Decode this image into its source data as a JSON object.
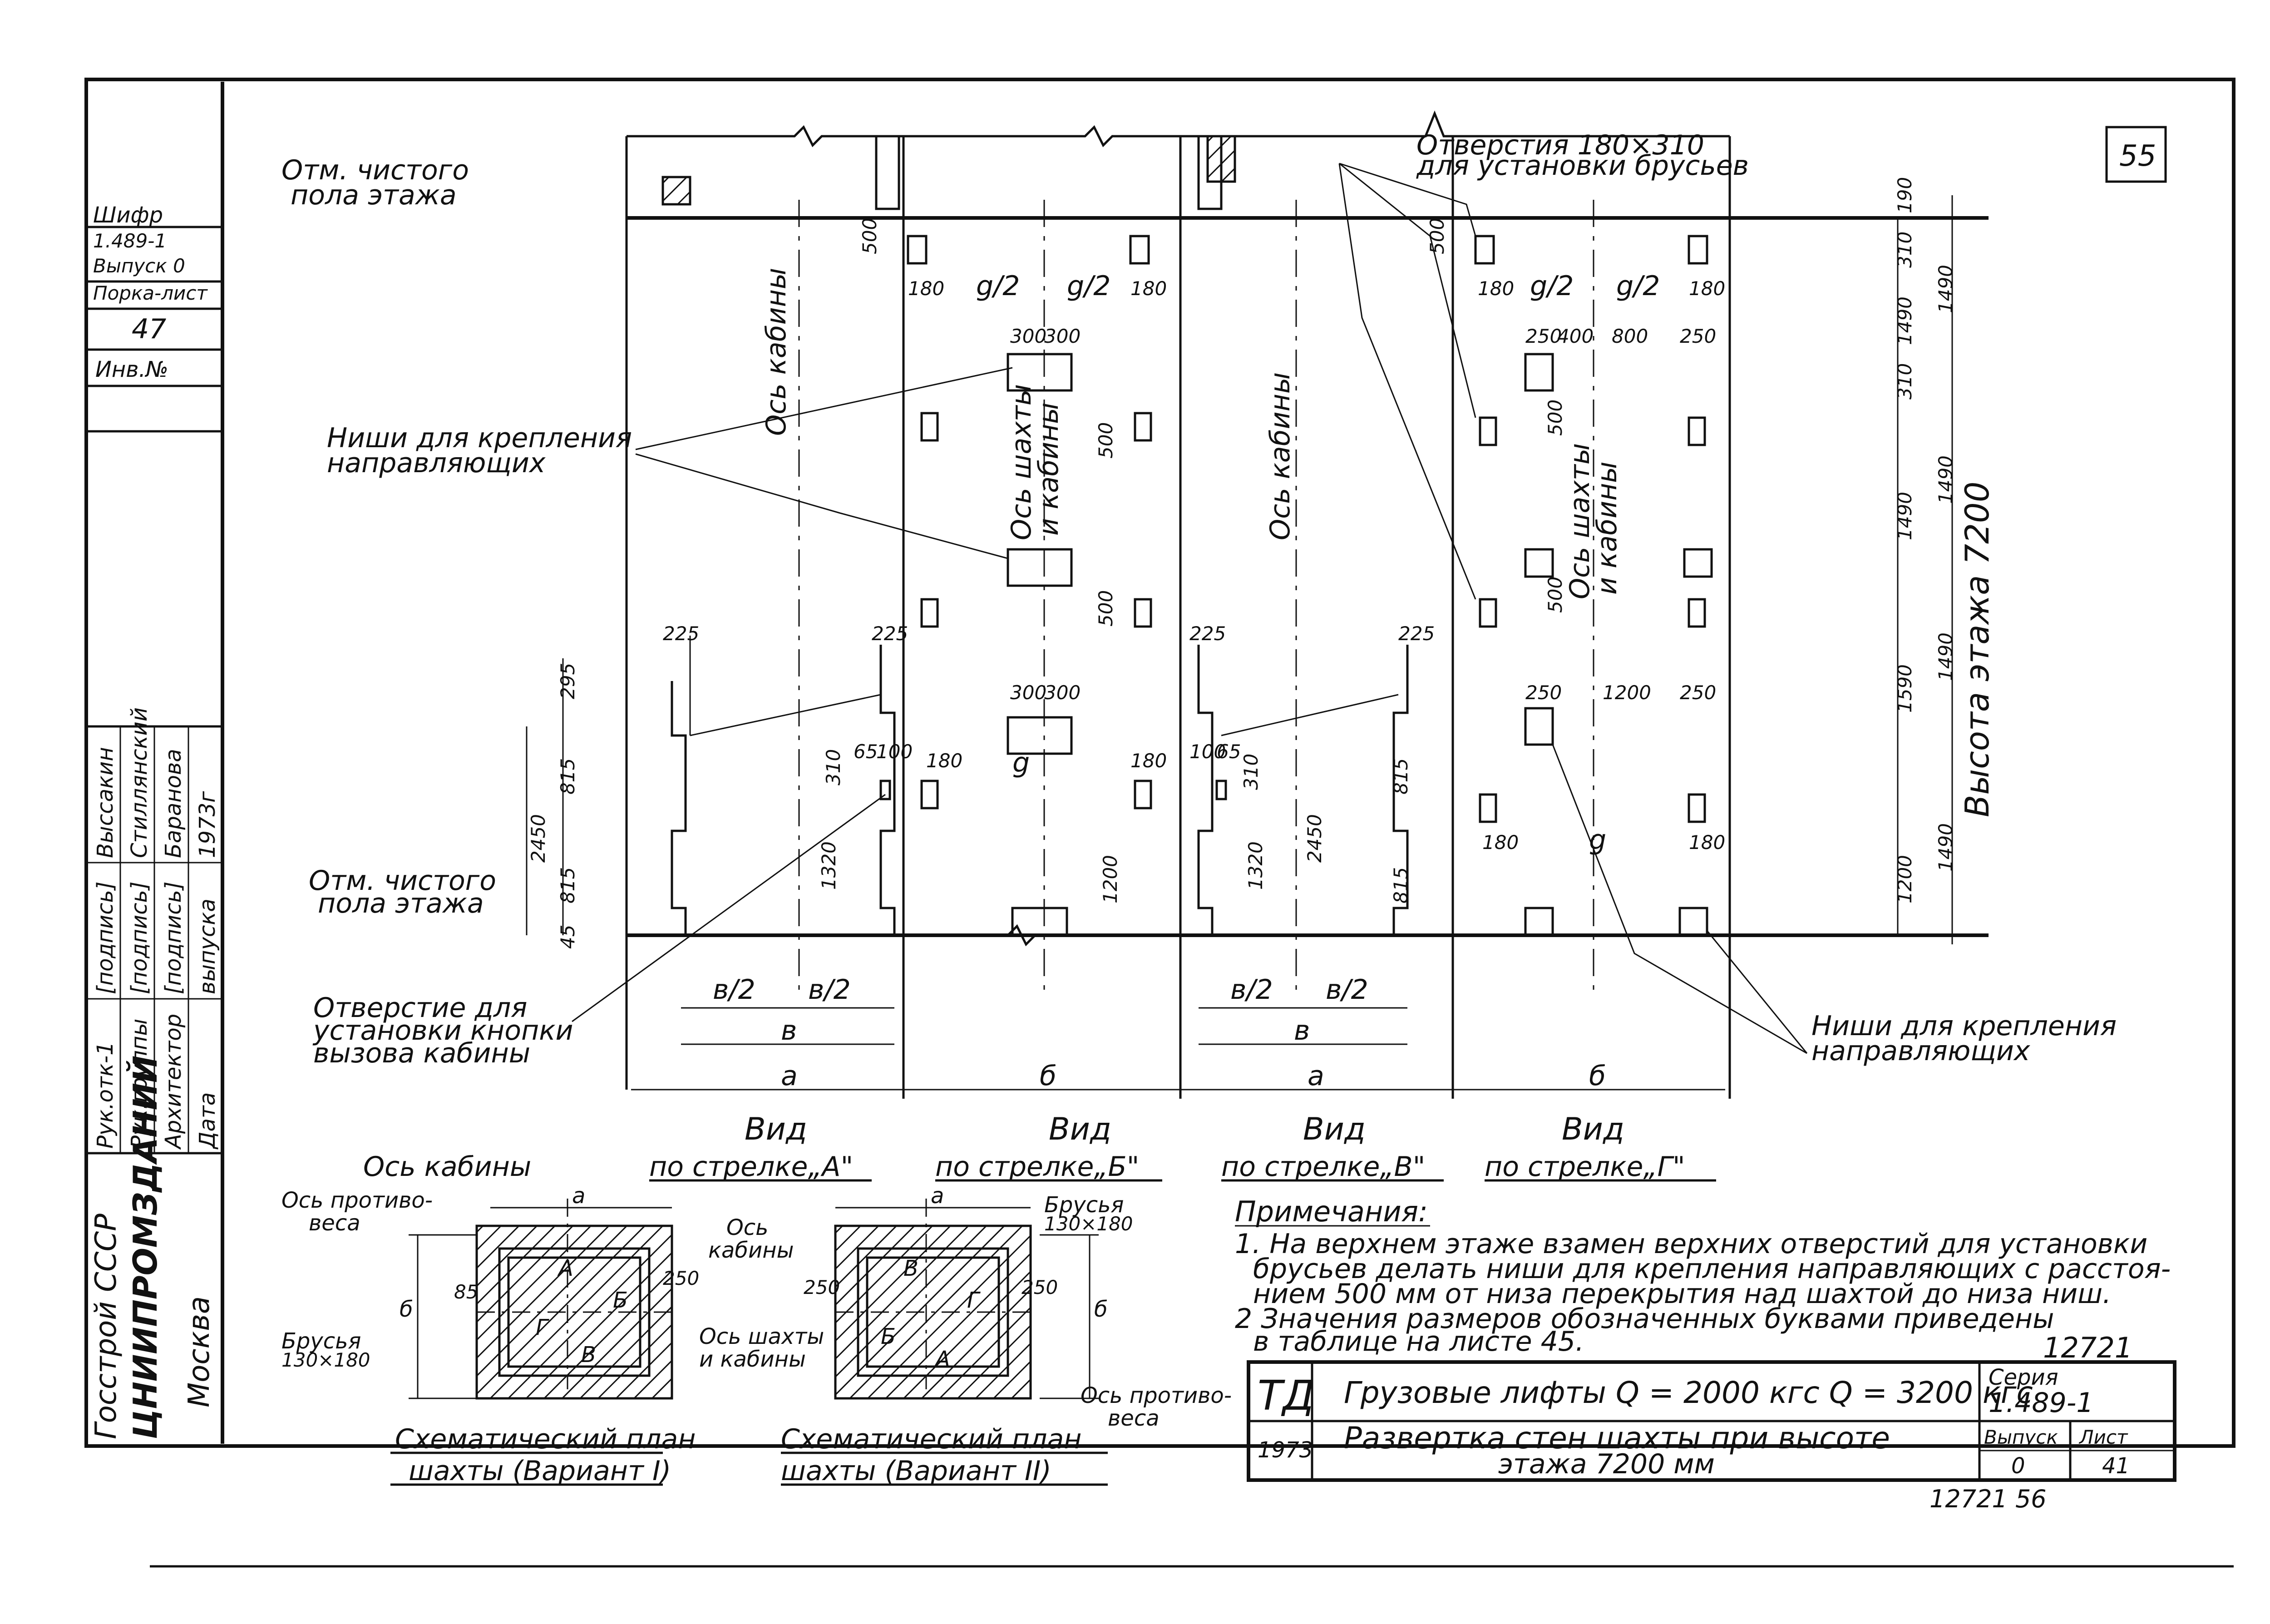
{
  "sheet": {
    "page_number": "55",
    "left_stamp": {
      "cipher_label": "Шифр",
      "series_code": "1.489-1",
      "issue": "Выпуск 0",
      "sheet_label": "Порка-лист",
      "sheet_no": "47",
      "inv_label": "Инв.№"
    },
    "approval": {
      "rows": [
        {
          "role": "Рук.отк-1",
          "sign": "[подпись]",
          "name": "Выссакин"
        },
        {
          "role": "Рук.группы",
          "sign": "[подпись]",
          "name": "Стиллянский"
        },
        {
          "role": "Архитектор",
          "sign": "[подпись]",
          "name": "Баранова"
        },
        {
          "role": "Дата",
          "sign": "выпуска",
          "name": "1973г"
        }
      ]
    },
    "org": {
      "line1": "Госстрой СССР",
      "line2": "ЦНИИПРОМЗДАНИЙ",
      "line3": "Москва"
    }
  },
  "labels": {
    "floor_mark_top": [
      "Отм. чистого",
      "пола этажа"
    ],
    "floor_mark_bottom": [
      "Отм. чистого",
      "пола этажа"
    ],
    "holes_title": [
      "Отверстия 180×310",
      "для установки брусьев"
    ],
    "niches_left": [
      "Ниши для крепления",
      "направляющих"
    ],
    "niches_right": [
      "Ниши для крепления",
      "направляющих"
    ],
    "button_hole": [
      "Отверстие для",
      "установки кнопки",
      "вызова кабины"
    ],
    "cabin_axis": "Ось кабины",
    "shaft_axis": [
      "Ось шахты",
      "и кабины"
    ],
    "floor_height": "Высота этажа 7200",
    "view_A": [
      "Вид",
      "по стрелке„А\""
    ],
    "view_B": [
      "Вид",
      "по стрелке„Б\""
    ],
    "view_V": [
      "Вид",
      "по стрелке„В\""
    ],
    "view_G": [
      "Вид",
      "по стрелке„Г\""
    ],
    "sect_a": "а",
    "sect_b": "б",
    "dim_v": "в",
    "dim_v2": "в/2"
  },
  "dims": {
    "d180": "180",
    "d500": "500",
    "d300": "300",
    "d225": "225",
    "d295": "295",
    "d815": "815",
    "d2450": "2450",
    "d45": "45",
    "d65": "65",
    "d100": "100",
    "d310": "310",
    "d1320": "1320",
    "d1200": "1200",
    "d250": "250",
    "d400": "400",
    "d800": "800",
    "d1490": "1490",
    "d1590": "1590",
    "d190": "190",
    "g2": "g/2",
    "g": "g"
  },
  "plans": {
    "plan1_title": [
      "Схематический план",
      "шахты (Вариант I)"
    ],
    "plan2_title": [
      "Схематический план",
      "шахты (Вариант II)"
    ],
    "cabin_axis": "Ось кабины",
    "cw_axis": [
      "Ось противо-",
      "веса"
    ],
    "beams": [
      "Брусья",
      "130×180"
    ],
    "beams2": [
      "Брусья",
      "130×180"
    ],
    "cab_axis2": [
      "Ось",
      "кабины"
    ],
    "shaft_axis": [
      "Ось шахты",
      "и кабины"
    ],
    "cw_axis2": [
      "Ось противо-",
      "веса"
    ],
    "letters": {
      "a": "а",
      "b": "б",
      "A": "А",
      "B": "Б",
      "V": "В",
      "G": "Г"
    },
    "d250": "250",
    "d85": "85"
  },
  "notes": {
    "title": "Примечания:",
    "lines": [
      "1. На верхнем этаже взамен верхних отверстий для установки",
      "брусьев делать ниши для крепления направляющих с расстоя-",
      "нием 500 мм от низа перекрытия над шахтой до низа ниш.",
      "2 Значения размеров обозначенных буквами приведены",
      "в таблице на листе 45."
    ],
    "ref_no": "12721"
  },
  "title_block": {
    "logo": "ТД",
    "year": "1973",
    "title1": "Грузовые лифты Q = 2000 кгс Q = 3200 кгс",
    "title2": [
      "Развертка стен шахты при высоте",
      "этажа 7200 мм"
    ],
    "series_label": "Серия",
    "series_value": "1.489-1",
    "issue_label": "Выпуск",
    "issue_value": "0",
    "sheet_label": "Лист",
    "sheet_value": "41",
    "bottom_code": "12721 56"
  }
}
